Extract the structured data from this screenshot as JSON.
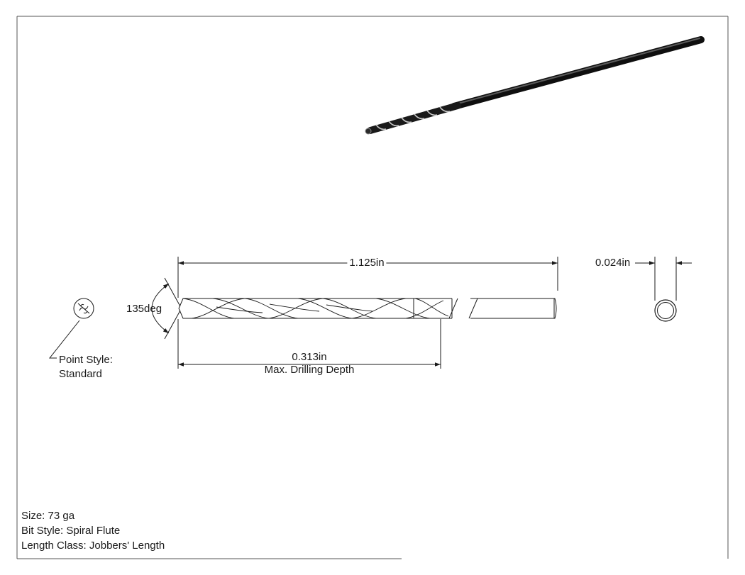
{
  "dimensions": {
    "overall_length": "1.125in",
    "diameter": "0.024in",
    "point_angle": "135deg",
    "drilling_depth": "0.313in",
    "drilling_depth_caption": "Max. Drilling Depth"
  },
  "point_style": {
    "label": "Point Style:",
    "value": "Standard"
  },
  "specs": [
    "Size: 73 ga",
    "Bit Style: Spiral Flute",
    "Length Class: Jobbers' Length"
  ],
  "colors": {
    "line": "#1a1a1a",
    "frame": "#555555",
    "shank_dark": "#2b2b2b"
  },
  "icons": [
    "point-style-icon",
    "break-line-icon",
    "end-view-circle-icon"
  ]
}
